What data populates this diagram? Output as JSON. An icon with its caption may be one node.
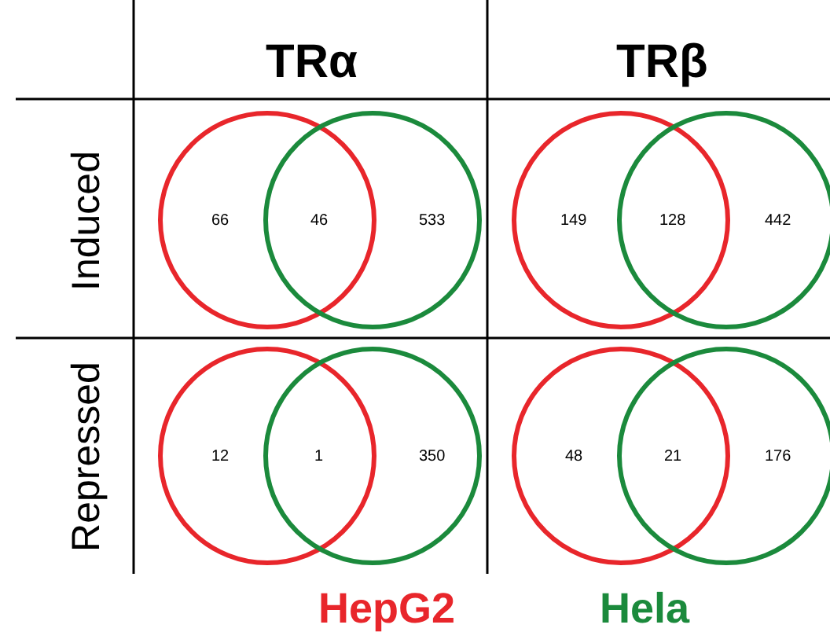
{
  "diagram": {
    "nodes": [
      {
        "text": [],
        "shape": "circle"
      },
      {
        "text": [],
        "shape": "circle"
      },
      {
        "text": [],
        "shape": "circle"
      },
      {
        "text": [],
        "shape": "circle"
      },
      {
        "text": [],
        "shape": "circle"
      },
      {
        "text": [],
        "shape": "circle"
      },
      {
        "text": [],
        "shape": "circle"
      },
      {
        "text": [],
        "shape": "circle"
      }
    ],
    "labels": [
      "TRα",
      "TRβ",
      "Induced",
      "66",
      "46",
      "533",
      "149",
      "128",
      "442",
      "Repressed",
      "12",
      "1",
      "350",
      "48",
      "21",
      "176"
    ],
    "legend": [
      {
        "text": "HepG2",
        "color": "#e8262b"
      },
      {
        "text": "Hela",
        "color": "#1b8a3c"
      }
    ]
  }
}
